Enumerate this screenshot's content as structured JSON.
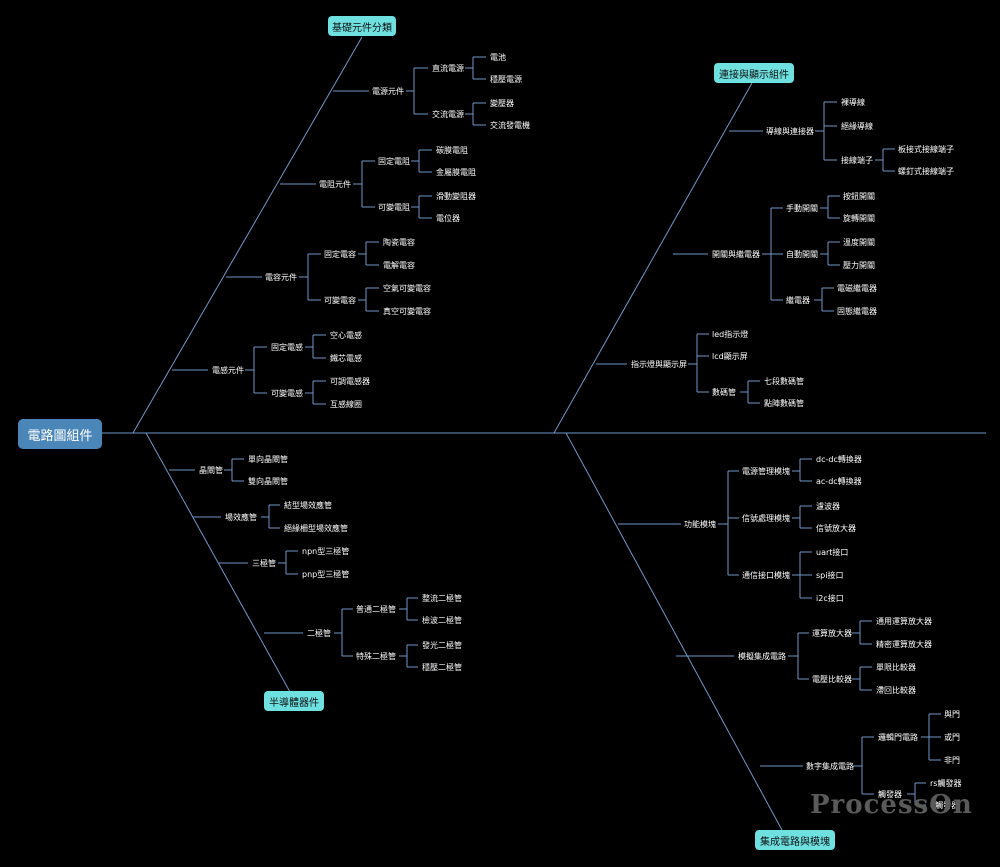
{
  "root": "電路圖組件",
  "watermark": "ProcessOn",
  "branches": {
    "b1": {
      "title": "基礎元件分類",
      "sub": {
        "s1": {
          "label": "電源元件",
          "c": {
            "c1": {
              "label": "直流電源",
              "l": {
                "l1": "電池",
                "l2": "穩壓電源"
              }
            },
            "c2": {
              "label": "交流電源",
              "l": {
                "l1": "變壓器",
                "l2": "交流發電機"
              }
            }
          }
        },
        "s2": {
          "label": "電阻元件",
          "c": {
            "c1": {
              "label": "固定電阻",
              "l": {
                "l1": "碳膜電阻",
                "l2": "金屬膜電阻"
              }
            },
            "c2": {
              "label": "可變電阻",
              "l": {
                "l1": "滑動變阻器",
                "l2": "電位器"
              }
            }
          }
        },
        "s3": {
          "label": "電容元件",
          "c": {
            "c1": {
              "label": "固定電容",
              "l": {
                "l1": "陶瓷電容",
                "l2": "電解電容"
              }
            },
            "c2": {
              "label": "可變電容",
              "l": {
                "l1": "空氣可變電容",
                "l2": "真空可變電容"
              }
            }
          }
        },
        "s4": {
          "label": "電感元件",
          "c": {
            "c1": {
              "label": "固定電感",
              "l": {
                "l1": "空心電感",
                "l2": "鐵芯電感"
              }
            },
            "c2": {
              "label": "可變電感",
              "l": {
                "l1": "可調電感器",
                "l2": "互感線圈"
              }
            }
          }
        }
      }
    },
    "b2": {
      "title": "連接與顯示組件",
      "sub": {
        "s1": {
          "label": "導線與連接器",
          "c": {
            "c1": {
              "label": "裸導線"
            },
            "c2": {
              "label": "絕緣導線"
            },
            "c3": {
              "label": "接線端子",
              "l": {
                "l1": "板接式接線端子",
                "l2": "螺釘式接線端子"
              }
            }
          }
        },
        "s2": {
          "label": "開關與繼電器",
          "c": {
            "c1": {
              "label": "手動開關",
              "l": {
                "l1": "按鈕開關",
                "l2": "旋轉開關"
              }
            },
            "c2": {
              "label": "自動開關",
              "l": {
                "l1": "溫度開關",
                "l2": "壓力開關"
              }
            },
            "c3": {
              "label": "繼電器",
              "l": {
                "l1": "電磁繼電器",
                "l2": "固態繼電器"
              }
            }
          }
        },
        "s3": {
          "label": "指示燈與顯示屏",
          "c": {
            "c1": {
              "label": "led指示燈"
            },
            "c2": {
              "label": "lcd顯示屏"
            },
            "c3": {
              "label": "數碼管",
              "l": {
                "l1": "七段數碼管",
                "l2": "點陣數碼管"
              }
            }
          }
        }
      }
    },
    "b3": {
      "title": "半導體器件",
      "sub": {
        "s1": {
          "label": "晶閘管",
          "c": {
            "c1": {
              "label": "單向晶閘管"
            },
            "c2": {
              "label": "雙向晶閘管"
            }
          }
        },
        "s2": {
          "label": "場效應管",
          "c": {
            "c1": {
              "label": "結型場效應管"
            },
            "c2": {
              "label": "絕緣柵型場效應管"
            }
          }
        },
        "s3": {
          "label": "三極管",
          "c": {
            "c1": {
              "label": "npn型三極管"
            },
            "c2": {
              "label": "pnp型三極管"
            }
          }
        },
        "s4": {
          "label": "二極管",
          "c": {
            "c1": {
              "label": "普通二極管",
              "l": {
                "l1": "整流二極管",
                "l2": "檢波二極管"
              }
            },
            "c2": {
              "label": "特殊二極管",
              "l": {
                "l1": "發光二極管",
                "l2": "穩壓二極管"
              }
            }
          }
        }
      }
    },
    "b4": {
      "title": "集成電路與模塊",
      "sub": {
        "s1": {
          "label": "功能模塊",
          "c": {
            "c1": {
              "label": "電源管理模塊",
              "l": {
                "l1": "dc-dc轉換器",
                "l2": "ac-dc轉換器"
              }
            },
            "c2": {
              "label": "信號處理模塊",
              "l": {
                "l1": "濾波器",
                "l2": "信號放大器"
              }
            },
            "c3": {
              "label": "通信接口模塊",
              "l": {
                "l1": "uart接口",
                "l2": "spi接口",
                "l3": "i2c接口"
              }
            }
          }
        },
        "s2": {
          "label": "模擬集成電路",
          "c": {
            "c1": {
              "label": "運算放大器",
              "l": {
                "l1": "通用運算放大器",
                "l2": "精密運算放大器"
              }
            },
            "c2": {
              "label": "電壓比較器",
              "l": {
                "l1": "單限比較器",
                "l2": "滯回比較器"
              }
            }
          }
        },
        "s3": {
          "label": "數字集成電路",
          "c": {
            "c1": {
              "label": "邏輯門電路",
              "l": {
                "l1": "與門",
                "l2": "或門",
                "l3": "非門"
              }
            },
            "c2": {
              "label": "觸發器",
              "l": {
                "l1": "rs觸發器",
                "l2": "d觸發器"
              }
            }
          }
        }
      }
    }
  }
}
